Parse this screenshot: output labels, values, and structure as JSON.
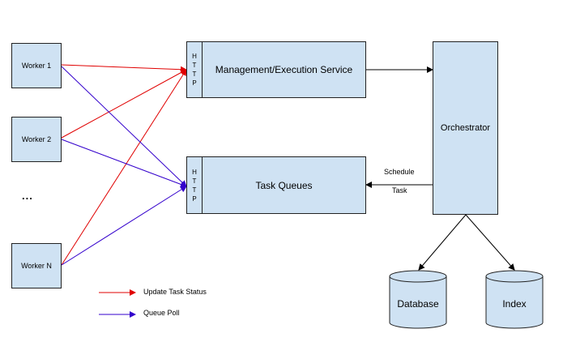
{
  "workers": [
    "Worker 1",
    "Worker 2",
    "Worker N"
  ],
  "ellipsis": "...",
  "http_letters": [
    "H",
    "T",
    "T",
    "P"
  ],
  "management_service": "Management/Execution Service",
  "task_queues": "Task Queues",
  "orchestrator": "Orchestrator",
  "schedule_label": "Schedule",
  "task_label": "Task",
  "database": "Database",
  "index": "Index",
  "legend": {
    "update": "Update Task Status",
    "poll": "Queue Poll"
  },
  "colors": {
    "box_fill": "#cfe2f3",
    "update": "#e00000",
    "poll": "#3300cc"
  }
}
